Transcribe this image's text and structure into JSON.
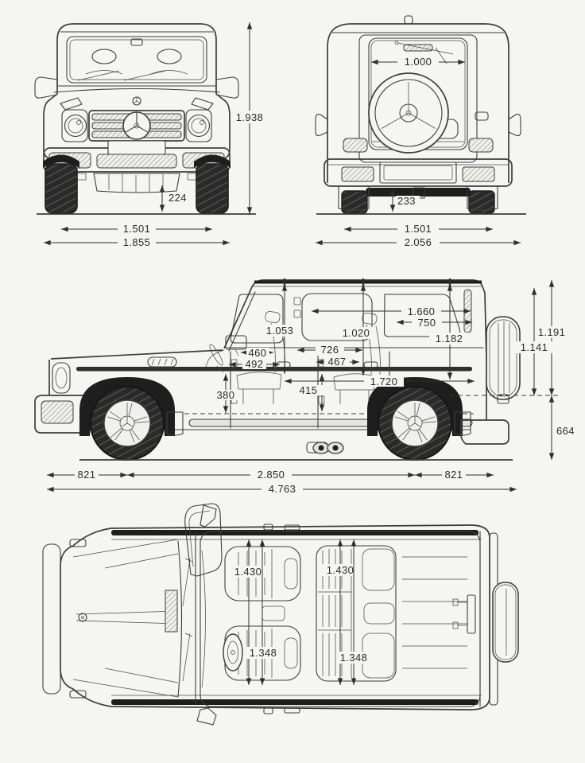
{
  "drawing": {
    "front_view": {
      "overall_height": "1.938",
      "ground_clearance": "224",
      "track_width": "1.501",
      "body_width": "1.855"
    },
    "rear_view": {
      "rear_window_width": "1.000",
      "ground_clearance": "233",
      "track_width": "1.501",
      "overall_width_incl_mirrors": "2.056"
    },
    "side_view": {
      "front_headroom": "1.053",
      "rear_headroom": "1.020",
      "front_seat_to_wheel": "460",
      "front_seat_depth": "492",
      "front_seat_height": "380",
      "rear_legroom": "726",
      "rear_seat_depth": "467",
      "rear_seat_height": "415",
      "load_length_max": "1.660",
      "load_length_behind_seats": "750",
      "load_height": "1.182",
      "load_floor_length": "1.720",
      "rear_height_outer": "1.191",
      "rear_height_inner": "1.141",
      "load_sill_height": "664",
      "front_overhang": "821",
      "wheelbase": "2.850",
      "rear_overhang": "821",
      "overall_length": "4.763"
    },
    "top_view": {
      "front_shoulder_room": "1.430",
      "front_hip_room": "1.348",
      "rear_shoulder_room": "1.430",
      "rear_hip_room": "1.348"
    }
  },
  "colors": {
    "background": "#f5f5f3",
    "line": "#3d3d3d",
    "dark_fill": "#1e1e1e",
    "dimension": "#2f2f2f"
  }
}
